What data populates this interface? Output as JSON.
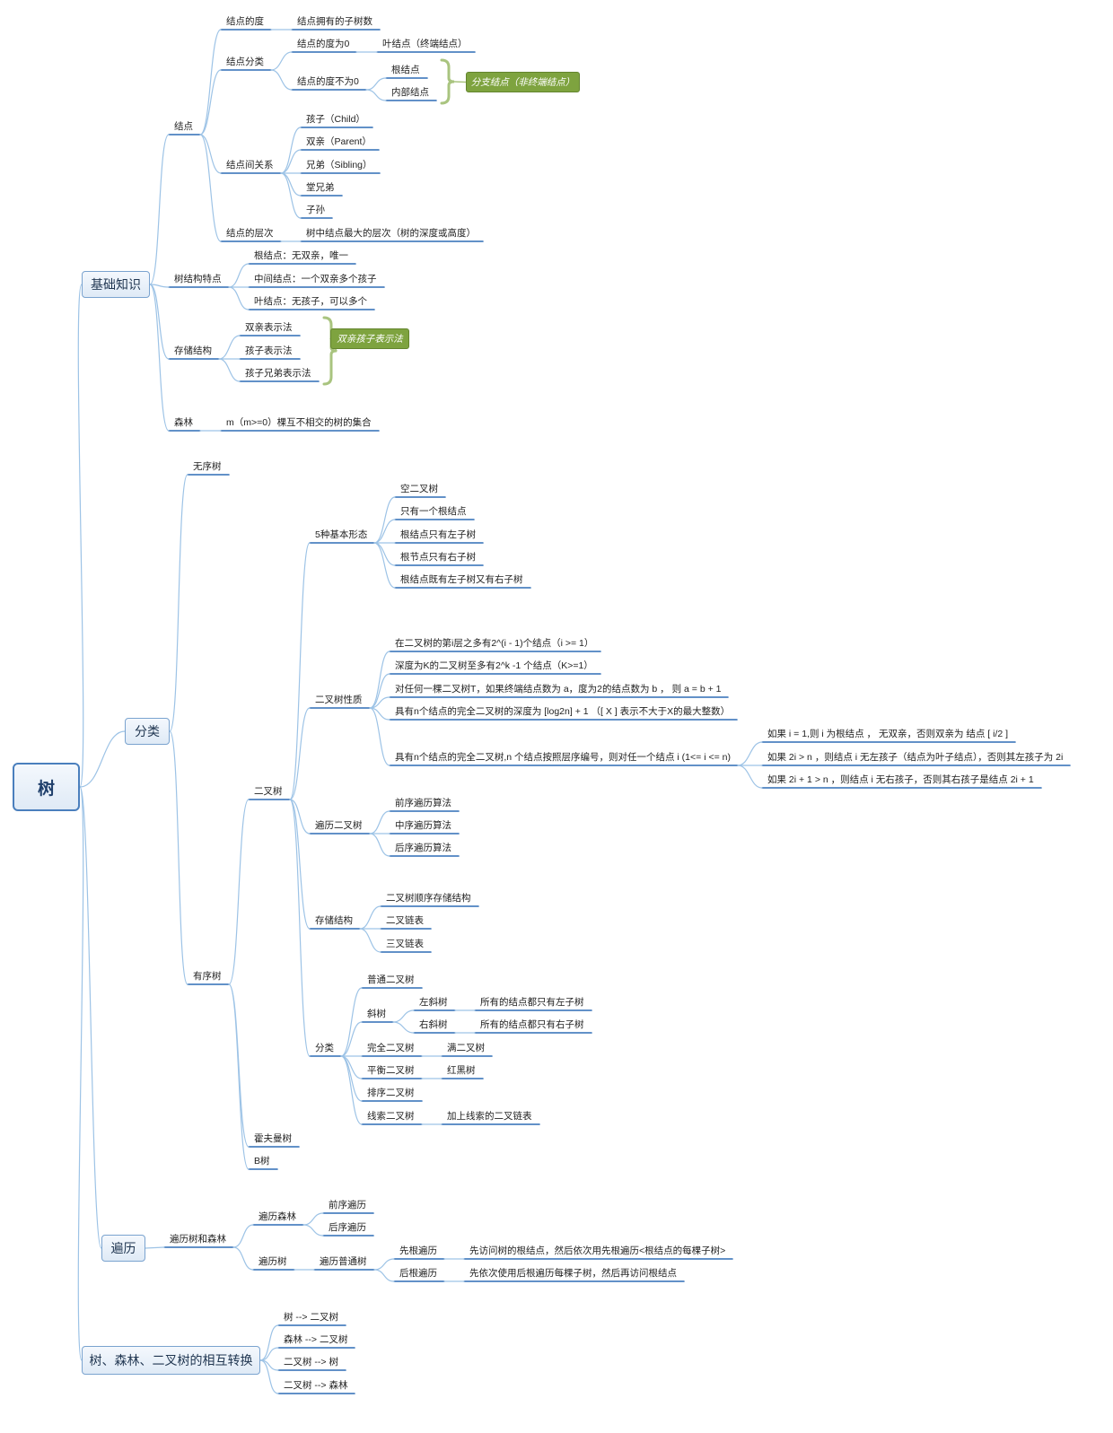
{
  "root": "树",
  "sections": {
    "basics": "基础知识",
    "classification": "分类",
    "traversal": "遍历",
    "conversion": "树、森林、二叉树的相互转换"
  },
  "basics": {
    "node": "结点",
    "degree": "结点的度",
    "degree_desc": "结点拥有的子树数",
    "node_class": "结点分类",
    "deg0": "结点的度为0",
    "leaf": "叶结点（终端结点）",
    "deg_non0": "结点的度不为0",
    "root_node": "根结点",
    "internal_node": "内部结点",
    "branch_callout": "分支结点（非终端结点）",
    "relations": "结点间关系",
    "child": "孩子（Child）",
    "parent": "双亲（Parent）",
    "sibling": "兄弟（Sibling）",
    "cousin": "堂兄弟",
    "descendant": "子孙",
    "level": "结点的层次",
    "level_desc": "树中结点最大的层次（树的深度或高度）",
    "features": "树结构特点",
    "f_root": "根结点：无双亲，唯一",
    "f_mid": "中间结点：一个双亲多个孩子",
    "f_leaf": "叶结点：无孩子，可以多个",
    "storage": "存储结构",
    "s_parent": "双亲表示法",
    "s_child": "孩子表示法",
    "s_child_sibling": "孩子兄弟表示法",
    "storage_callout": "双亲孩子表示法",
    "forest": "森林",
    "forest_desc": "m（m>=0）棵互不相交的树的集合"
  },
  "classification": {
    "unordered": "无序树",
    "ordered": "有序树",
    "binary": "二叉树",
    "forms": "5种基本形态",
    "form1": "空二叉树",
    "form2": "只有一个根结点",
    "form3": "根结点只有左子树",
    "form4": "根节点只有右子树",
    "form5": "根结点既有左子树又有右子树",
    "props": "二叉树性质",
    "p1": "在二叉树的第i层之多有2^(i - 1)个结点（i >= 1）",
    "p2": "深度为K的二叉树至多有2^k -1 个结点（K>=1）",
    "p3": "对任何一棵二叉树T，如果终端结点数为 a，度为2的结点数为 b ，  则 a = b + 1",
    "p4": "具有n个结点的完全二叉树的深度为 [log2n] + 1    （[ X ] 表示不大于X的最大整数）",
    "p5": "具有n个结点的完全二叉树,n 个结点按照层序编号，则对任一个结点 i (1<= i <= n)",
    "p5a": "如果 i = 1,则 i 为根结点 ， 无双亲，否则双亲为 结点 [ i/2 ]",
    "p5b": "如果 2i > n ，则结点 i 无左孩子（结点为叶子结点），否则其左孩子为 2i",
    "p5c": "如果 2i + 1 > n ，则结点 i 无右孩子，否则其右孩子是结点 2i + 1",
    "traverse": "遍历二叉树",
    "t1": "前序遍历算法",
    "t2": "中序遍历算法",
    "t3": "后序遍历算法",
    "bstore": "存储结构",
    "bs1": "二叉树顺序存储结构",
    "bs2": "二叉链表",
    "bs3": "三叉链表",
    "btype": "分类",
    "c_normal": "普通二叉树",
    "c_skew": "斜树",
    "c_left": "左斜树",
    "c_left_desc": "所有的结点都只有左子树",
    "c_right": "右斜树",
    "c_right_desc": "所有的结点都只有右子树",
    "c_complete": "完全二叉树",
    "c_full": "满二叉树",
    "c_balanced": "平衡二叉树",
    "c_rb": "红黑树",
    "c_sort": "排序二叉树",
    "c_thread": "线索二叉树",
    "c_thread_desc": "加上线索的二叉链表",
    "huffman": "霍夫曼树",
    "btree": "B树"
  },
  "traversal": {
    "tf": "遍历树和森林",
    "forest": "遍历森林",
    "f_pre": "前序遍历",
    "f_post": "后序遍历",
    "tree": "遍历树",
    "normal": "遍历普通树",
    "first_root": "先根遍历",
    "first_root_desc": "先访问树的根结点，然后依次用先根遍历<根结点的每棵子树>",
    "last_root": "后根遍历",
    "last_root_desc": "先依次使用后根遍历每棵子树，然后再访问根结点"
  },
  "conversion": {
    "c1": "树 --> 二叉树",
    "c2": "森林 --> 二叉树",
    "c3": "二叉树 --> 树",
    "c4": "二叉树 --> 森林"
  },
  "colors": {
    "branch_line": "#9dc3e6",
    "underline": "#2f6db5",
    "box_border": "#7aa3cf",
    "callout_bg": "#7ea33f",
    "bracket": "#a9c47f"
  }
}
